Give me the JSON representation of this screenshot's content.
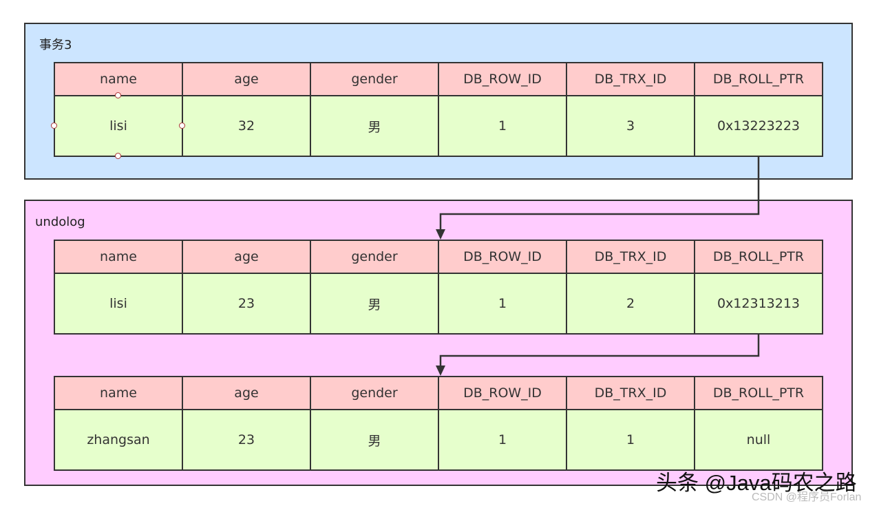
{
  "transaction_panel": {
    "title": "事务3",
    "table": {
      "headers": [
        "name",
        "age",
        "gender",
        "DB_ROW_ID",
        "DB_TRX_ID",
        "DB_ROLL_PTR"
      ],
      "row": [
        "lisi",
        "32",
        "男",
        "1",
        "3",
        "0x13223223"
      ]
    }
  },
  "undolog_panel": {
    "title": "undolog",
    "tables": [
      {
        "headers": [
          "name",
          "age",
          "gender",
          "DB_ROW_ID",
          "DB_TRX_ID",
          "DB_ROLL_PTR"
        ],
        "row": [
          "lisi",
          "23",
          "男",
          "1",
          "2",
          "0x12313213"
        ]
      },
      {
        "headers": [
          "name",
          "age",
          "gender",
          "DB_ROW_ID",
          "DB_TRX_ID",
          "DB_ROLL_PTR"
        ],
        "row": [
          "zhangsan",
          "23",
          "男",
          "1",
          "1",
          "null"
        ]
      }
    ]
  },
  "colors": {
    "transaction_bg": "#cce5ff",
    "undolog_bg": "#ffccff",
    "header_bg": "#ffcccc",
    "row_bg": "#e6ffcc"
  },
  "watermark": {
    "primary": "头条 @Java码农之路",
    "secondary": "CSDN @程序员Forlan"
  }
}
